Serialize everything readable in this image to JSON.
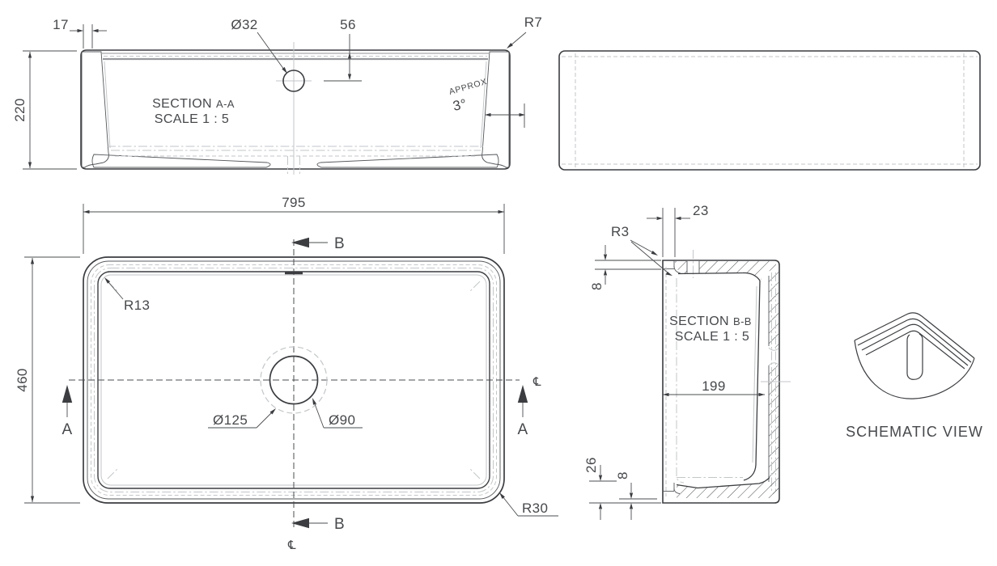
{
  "colors": {
    "line": "#3b3d40",
    "dimension": "#4a4c4f",
    "light_line": "#c3c6c8",
    "background": "#ffffff"
  },
  "views": {
    "section_aa": {
      "title": "SECTION",
      "ref": "A-A",
      "scale": "SCALE 1 : 5",
      "dim_wall": "17",
      "dim_height": "220",
      "dim_hole": "Ø32",
      "dim_offset": "56",
      "dim_corner": "R7",
      "angle_note": "APPROX",
      "angle_value": "3°"
    },
    "plan": {
      "dim_width": "795",
      "dim_depth": "460",
      "dim_inner_corner": "R13",
      "dim_recess": "Ø125",
      "dim_drain": "Ø90",
      "dim_outer_corner": "R30",
      "marker_a": "A",
      "marker_b": "B",
      "centerline": "℄"
    },
    "section_bb": {
      "title": "SECTION",
      "ref": "B-B",
      "scale": "SCALE 1 : 5",
      "dim_ledge": "23",
      "dim_corner": "R3",
      "dim_rim": "8",
      "dim_inset": "199",
      "dim_floor": "26",
      "dim_floor_step": "8"
    },
    "schematic": {
      "caption": "SCHEMATIC VIEW"
    }
  }
}
